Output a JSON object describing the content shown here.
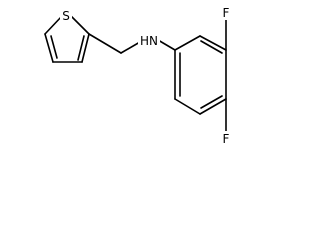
{
  "molecule": {
    "atoms": {
      "fluorine_top": "F",
      "fluorine_bottom": "F",
      "amine": "HN",
      "sulfur": "S"
    },
    "colors": {
      "bond": "#000000",
      "background": "#ffffff"
    }
  }
}
